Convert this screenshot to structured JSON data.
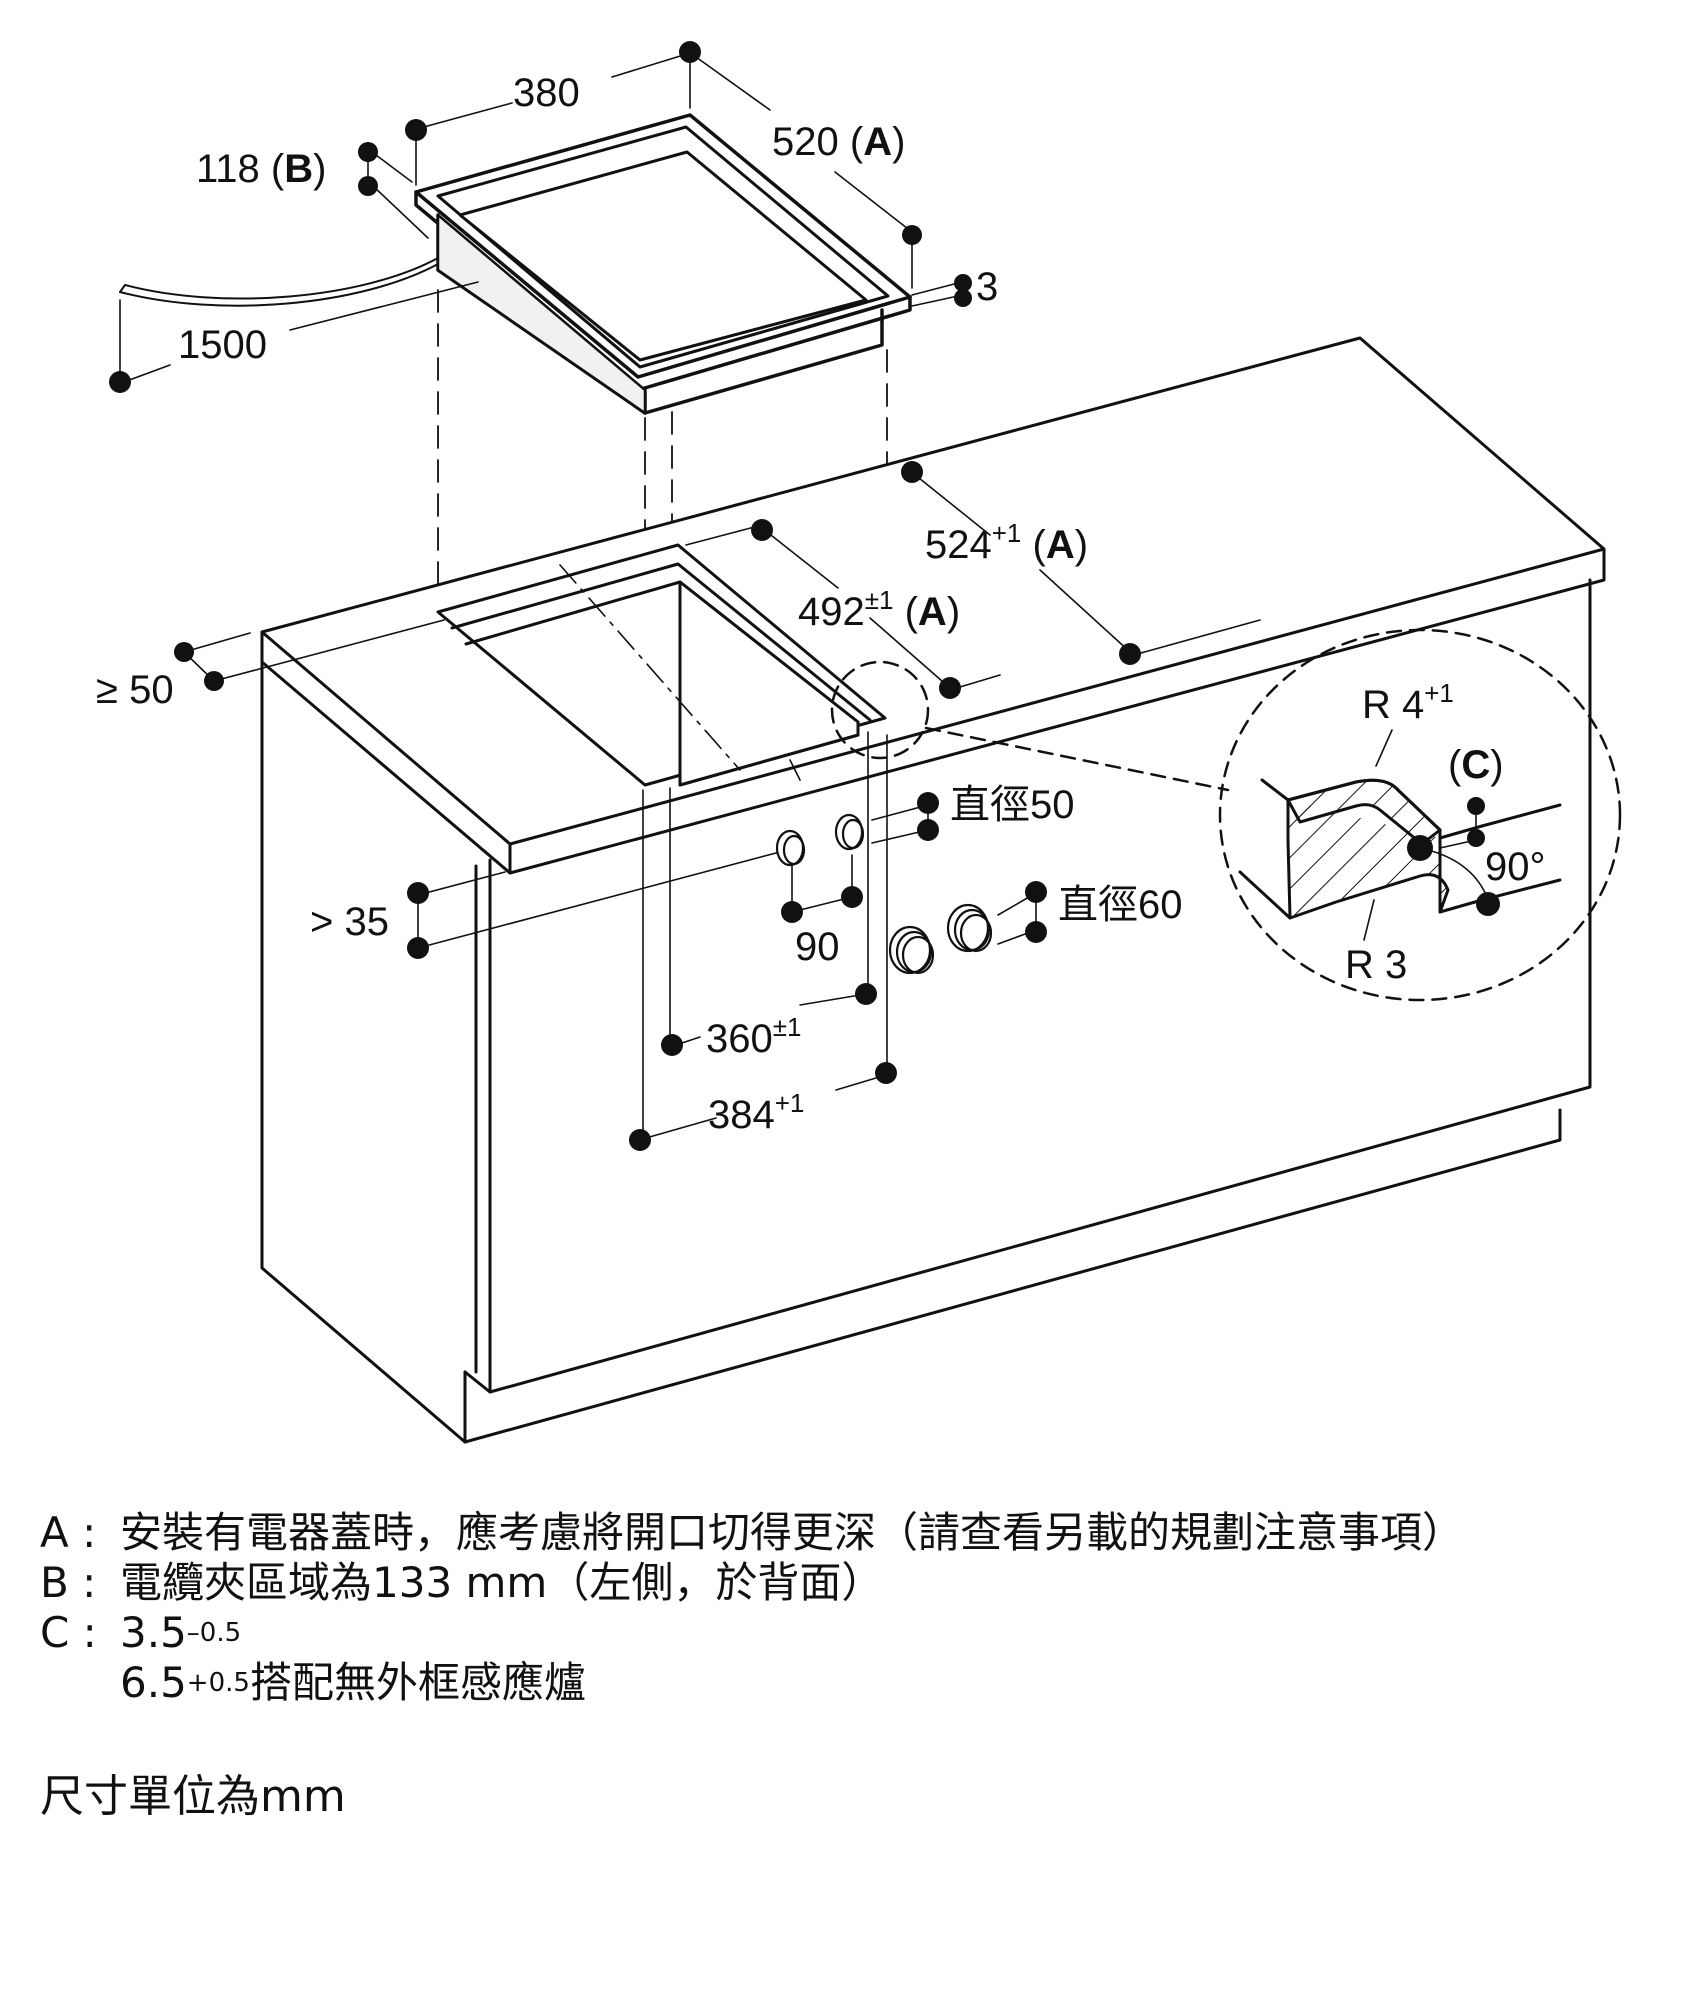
{
  "diagram": {
    "title": "Installation dimensions – built-in induction hob",
    "hob_dimensions": {
      "width": "380",
      "depth": "520",
      "depth_note": "A",
      "box_height": "118",
      "box_height_note": "B",
      "frame_thickness": "3",
      "cable_length": "1500"
    },
    "cutout_dimensions": {
      "outer_depth": "524",
      "outer_depth_tol": "+1",
      "outer_depth_note": "A",
      "inner_depth": "492",
      "inner_depth_tol": "±1",
      "inner_depth_note": "A",
      "inner_width": "360",
      "inner_width_tol": "±1",
      "outer_width": "384",
      "outer_width_tol": "+1",
      "min_front_distance": "≥ 50",
      "min_worktop_thickness": "> 35"
    },
    "holes": {
      "small_diameter": "直徑50",
      "large_diameter": "直徑60",
      "spacing": "90"
    },
    "detail": {
      "radius_top": "R 4",
      "radius_top_tol": "+1",
      "radius_bottom": "R 3",
      "step_label": "C",
      "angle": "90°"
    }
  },
  "notes": [
    {
      "key": "A :",
      "text": "安裝有電器蓋時，應考慮將開口切得更深（請查看另載的規劃注意事項）"
    },
    {
      "key": "B :",
      "text": "電纜夾區域為133 mm（左側，於背面）"
    },
    {
      "key": "C :",
      "value": "3.5",
      "tol": "–0.5",
      "text": ""
    },
    {
      "key": "",
      "value": "6.5",
      "tol": "+0.5",
      "text": "搭配無外框感應爐"
    }
  ],
  "units_note": "尺寸單位為mm",
  "colors": {
    "line": "#111111",
    "background": "#ffffff"
  }
}
